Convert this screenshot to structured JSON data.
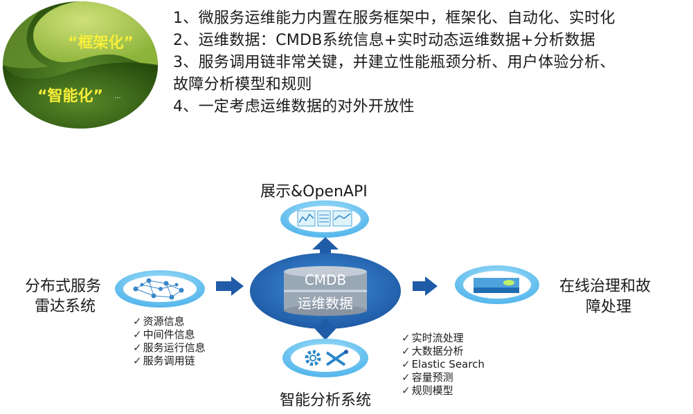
{
  "emblem": {
    "top_label": "“框架化”",
    "bottom_label": "“智能化”",
    "ellipsis": "..."
  },
  "points": [
    "1、微服务运维能力内置在服务框架中，框架化、自动化、实时化",
    "2、运维数据：CMDB系统信息+实时动态运维数据+分析数据",
    "3、服务调用链非常关键，并建立性能瓶颈分析、用户体验分析、",
    "故障分析模型和规则",
    "4、一定考虑运维数据的对外开放性"
  ],
  "diagram": {
    "top_node": "展示&OpenAPI",
    "left_node": [
      "分布式服务",
      "雷达系统"
    ],
    "right_node": [
      "在线治理和故",
      "障处理"
    ],
    "bottom_node": "智能分析系统",
    "cylinder_top": "CMDB",
    "cylinder_bottom": "运维数据",
    "left_checklist": [
      "资源信息",
      "中间件信息",
      "服务运行信息",
      "服务调用链"
    ],
    "bottom_checklist": [
      "实时流处理",
      "大数据分析",
      "Elastic Search",
      "容量预测",
      "规则模型"
    ],
    "check_mark": "✓"
  },
  "colors": {
    "emblem_light": "#aac94a",
    "emblem_dark": "#2f5e12",
    "emblem_label": "#f7ee3a",
    "blue_dark": "#1f5ba6",
    "blue_mid": "#2e78c6",
    "blue_light": "#6ec5f0",
    "cylinder_gray": "#9aa7b4"
  }
}
